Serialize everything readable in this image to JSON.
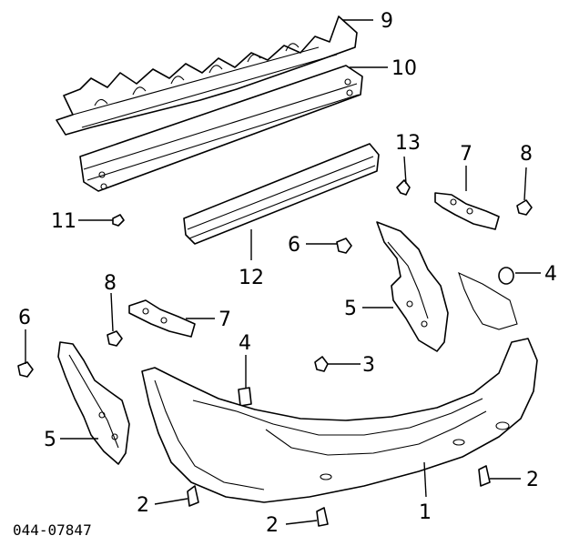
{
  "diagram": {
    "part_code": "044-07847",
    "callouts": {
      "c1": "1",
      "c2a": "2",
      "c2b": "2",
      "c2c": "2",
      "c3": "3",
      "c4a": "4",
      "c4b": "4",
      "c5a": "5",
      "c5b": "5",
      "c6a": "6",
      "c6b": "6",
      "c7a": "7",
      "c7b": "7",
      "c8a": "8",
      "c8b": "8",
      "c9": "9",
      "c10": "10",
      "c11": "11",
      "c12": "12",
      "c13": "13"
    }
  }
}
